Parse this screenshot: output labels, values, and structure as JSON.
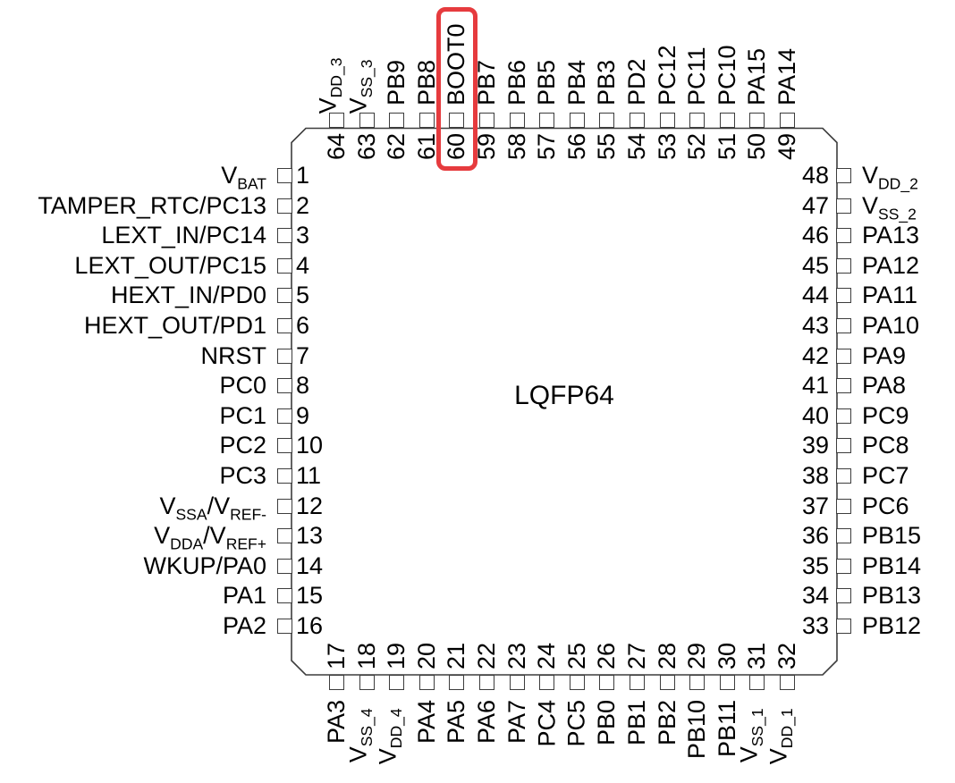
{
  "package_label": "LQFP64",
  "highlight": {
    "pin_number": "60",
    "pin_label": "BOOT0",
    "color": "#e63b3e"
  },
  "pins": {
    "left": [
      {
        "num": "1",
        "label": "V~BAT~"
      },
      {
        "num": "2",
        "label": "TAMPER_RTC/PC13"
      },
      {
        "num": "3",
        "label": "LEXT_IN/PC14"
      },
      {
        "num": "4",
        "label": "LEXT_OUT/PC15"
      },
      {
        "num": "5",
        "label": "HEXT_IN/PD0"
      },
      {
        "num": "6",
        "label": "HEXT_OUT/PD1"
      },
      {
        "num": "7",
        "label": "NRST"
      },
      {
        "num": "8",
        "label": "PC0"
      },
      {
        "num": "9",
        "label": "PC1"
      },
      {
        "num": "10",
        "label": "PC2"
      },
      {
        "num": "11",
        "label": "PC3"
      },
      {
        "num": "12",
        "label": "V~SSA~/V~REF-~"
      },
      {
        "num": "13",
        "label": "V~DDA~/V~REF+~"
      },
      {
        "num": "14",
        "label": "WKUP/PA0"
      },
      {
        "num": "15",
        "label": "PA1"
      },
      {
        "num": "16",
        "label": "PA2"
      }
    ],
    "top": [
      {
        "num": "64",
        "label": "V~DD_3~"
      },
      {
        "num": "63",
        "label": "V~SS_3~"
      },
      {
        "num": "62",
        "label": "PB9"
      },
      {
        "num": "61",
        "label": "PB8"
      },
      {
        "num": "60",
        "label": "BOOT0"
      },
      {
        "num": "59",
        "label": "PB7"
      },
      {
        "num": "58",
        "label": "PB6"
      },
      {
        "num": "57",
        "label": "PB5"
      },
      {
        "num": "56",
        "label": "PB4"
      },
      {
        "num": "55",
        "label": "PB3"
      },
      {
        "num": "54",
        "label": "PD2"
      },
      {
        "num": "53",
        "label": "PC12"
      },
      {
        "num": "52",
        "label": "PC11"
      },
      {
        "num": "51",
        "label": "PC10"
      },
      {
        "num": "50",
        "label": "PA15"
      },
      {
        "num": "49",
        "label": "PA14"
      }
    ],
    "right": [
      {
        "num": "48",
        "label": "V~DD_2~"
      },
      {
        "num": "47",
        "label": "V~SS_2~"
      },
      {
        "num": "46",
        "label": "PA13"
      },
      {
        "num": "45",
        "label": "PA12"
      },
      {
        "num": "44",
        "label": "PA11"
      },
      {
        "num": "43",
        "label": "PA10"
      },
      {
        "num": "42",
        "label": "PA9"
      },
      {
        "num": "41",
        "label": "PA8"
      },
      {
        "num": "40",
        "label": "PC9"
      },
      {
        "num": "39",
        "label": "PC8"
      },
      {
        "num": "38",
        "label": "PC7"
      },
      {
        "num": "37",
        "label": "PC6"
      },
      {
        "num": "36",
        "label": "PB15"
      },
      {
        "num": "35",
        "label": "PB14"
      },
      {
        "num": "34",
        "label": "PB13"
      },
      {
        "num": "33",
        "label": "PB12"
      }
    ],
    "bottom": [
      {
        "num": "17",
        "label": "PA3"
      },
      {
        "num": "18",
        "label": "V~SS_4~"
      },
      {
        "num": "19",
        "label": "V~DD_4~"
      },
      {
        "num": "20",
        "label": "PA4"
      },
      {
        "num": "21",
        "label": "PA5"
      },
      {
        "num": "22",
        "label": "PA6"
      },
      {
        "num": "23",
        "label": "PA7"
      },
      {
        "num": "24",
        "label": "PC4"
      },
      {
        "num": "25",
        "label": "PC5"
      },
      {
        "num": "26",
        "label": "PB0"
      },
      {
        "num": "27",
        "label": "PB1"
      },
      {
        "num": "28",
        "label": "PB2"
      },
      {
        "num": "29",
        "label": "PB10"
      },
      {
        "num": "30",
        "label": "PB11"
      },
      {
        "num": "31",
        "label": "V~SS_1~"
      },
      {
        "num": "32",
        "label": "V~DD_1~"
      }
    ]
  }
}
